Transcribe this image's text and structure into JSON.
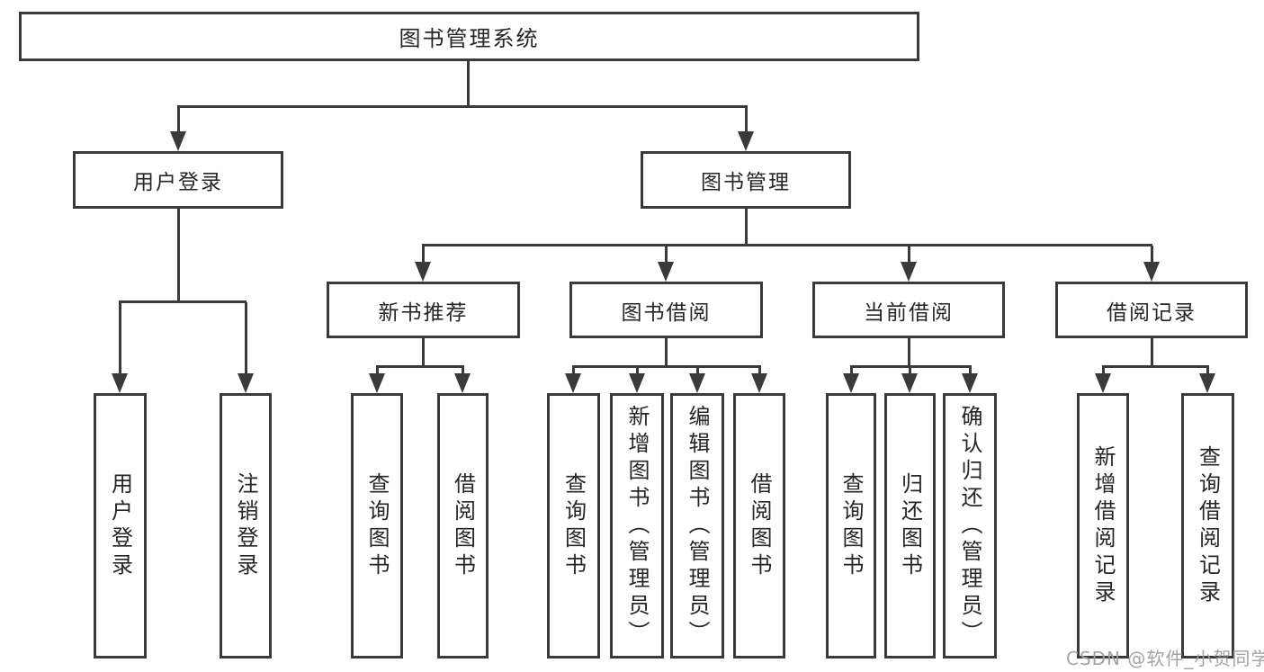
{
  "diagram_title": "图书管理系统",
  "tree": {
    "root": {
      "label": "图书管理系统"
    },
    "branches": [
      {
        "label": "用户登录",
        "children": [
          {
            "label": "用户登录"
          },
          {
            "label": "注销登录"
          }
        ]
      },
      {
        "label": "图书管理",
        "children": [
          {
            "label": "新书推荐",
            "children": [
              {
                "label": "查询图书"
              },
              {
                "label": "借阅图书"
              }
            ]
          },
          {
            "label": "图书借阅",
            "children": [
              {
                "label": "查询图书"
              },
              {
                "label": "新增图书（管理员）"
              },
              {
                "label": "编辑图书（管理员）"
              },
              {
                "label": "借阅图书"
              }
            ]
          },
          {
            "label": "当前借阅",
            "children": [
              {
                "label": "查询图书"
              },
              {
                "label": "归还图书"
              },
              {
                "label": "确认归还（管理员）"
              }
            ]
          },
          {
            "label": "借阅记录",
            "children": [
              {
                "label": "新增借阅记录"
              },
              {
                "label": "查询借阅记录"
              }
            ]
          }
        ]
      }
    ]
  },
  "watermark": "CSDN @软件_小贺同学",
  "colors": {
    "line": "#3a3a3a",
    "text": "#262626",
    "watermark": "#9e9e9e",
    "background": "#ffffff"
  }
}
